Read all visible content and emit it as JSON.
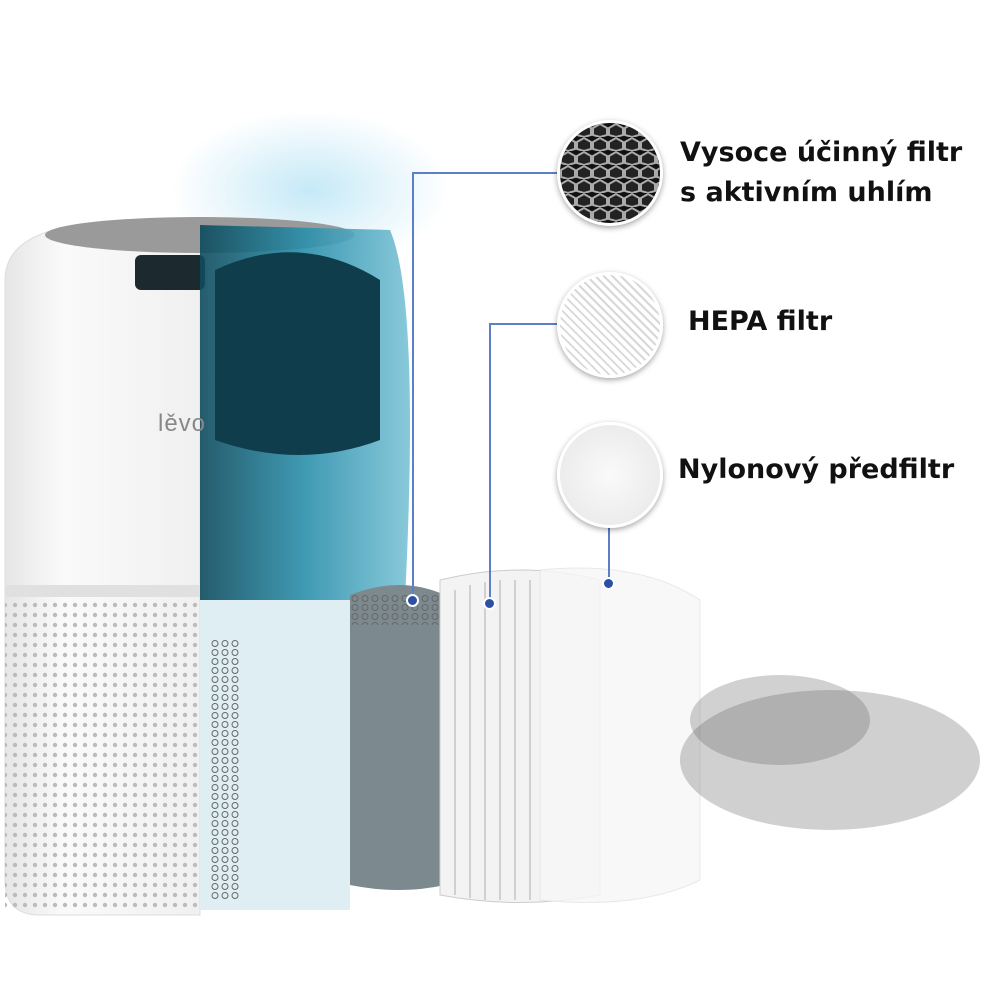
{
  "brand": {
    "logo_text": "lěvo"
  },
  "callouts": [
    {
      "line1": "Vysoce účinný filtr",
      "line2": "s aktivním uhlím",
      "icon": "carbon-honeycomb-filter"
    },
    {
      "line1": "HEPA filtr",
      "icon": "hepa-pleated-filter"
    },
    {
      "line1": "Nylonový předfiltr",
      "icon": "nylon-prefilter"
    }
  ],
  "colors": {
    "accent_line": "#5b7fc9",
    "dot": "#2d4fa8",
    "teal_cutaway": "#1f6f86",
    "text": "#111111"
  }
}
